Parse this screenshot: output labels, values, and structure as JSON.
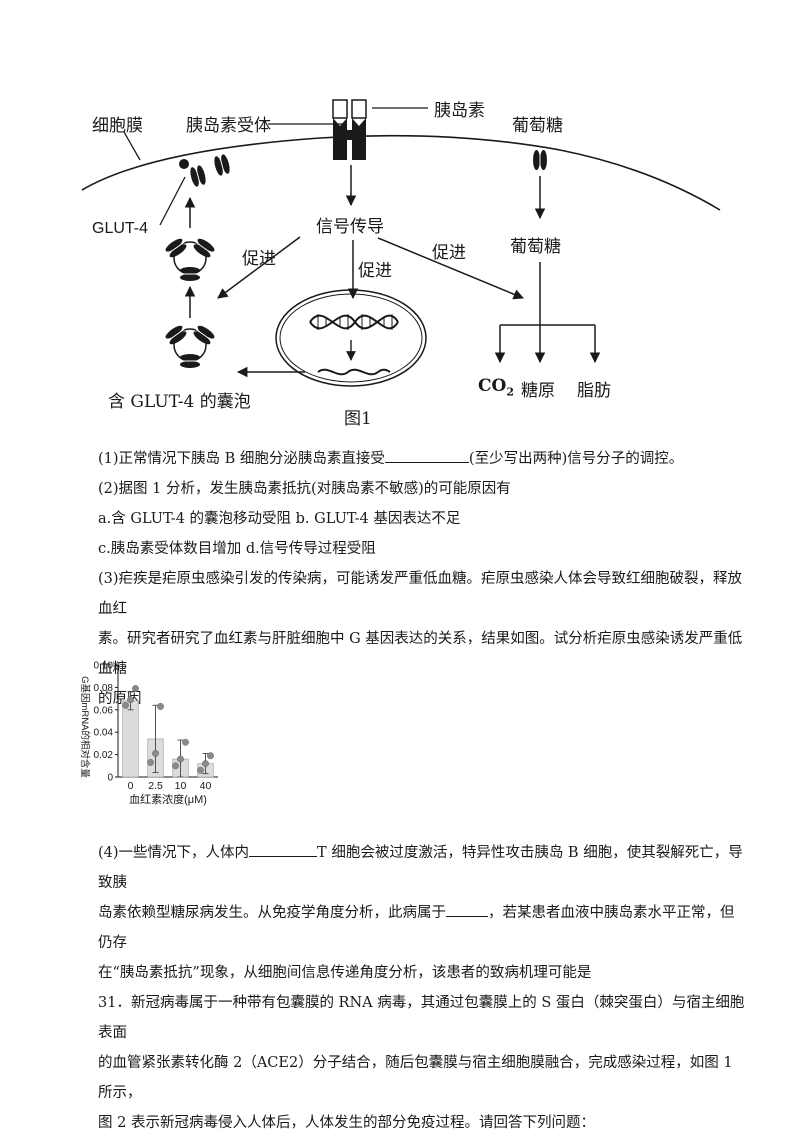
{
  "figure1": {
    "caption": "图1",
    "labels": {
      "cell_membrane": "细胞膜",
      "insulin_receptor": "胰岛素受体",
      "insulin": "胰岛素",
      "glucose_top": "葡萄糖",
      "glut4": "GLUT-4",
      "signal_transduction": "信号传导",
      "promote_left": "促进",
      "promote_mid": "促进",
      "promote_right": "促进",
      "glucose_inside": "葡萄糖",
      "co2": "CO",
      "co2_sub": "2",
      "glycogen": "糖原",
      "fat": "脂肪",
      "vesicle": "含 GLUT-4 的囊泡"
    }
  },
  "questions": {
    "q1_pre": "(1)正常情况下胰岛 B 细胞分泌胰岛素直接受",
    "q1_post": "(至少写出两种)信号分子的调控。",
    "q2": "(2)据图 1 分析，发生胰岛素抵抗(对胰岛素不敏感)的可能原因有",
    "q2_ab": "a.含 GLUT-4 的囊泡移动受阻 b. GLUT-4 基因表达不足",
    "q2_cd": "c.胰岛素受体数目增加 d.信号传导过程受阻",
    "q3_l1": "(3)疟疾是疟原虫感染引发的传染病，可能诱发严重低血糖。疟原虫感染人体会导致红细胞破裂，释放血红",
    "q3_l2": "素。研究者研究了血红素与肝脏细胞中 G 基因表达的关系，结果如图。试分析疟原虫感染诱发严重低血糖",
    "q3_l3": "的原因",
    "q4_l1_pre": "(4)一些情况下，人体内",
    "q4_l1_post": "T 细胞会被过度激活，特异性攻击胰岛 B 细胞，使其裂解死亡，导致胰",
    "q4_l2_pre": "岛素依赖型糖尿病发生。从免疫学角度分析，此病属于",
    "q4_l2_post": "，若某患者血液中胰岛素水平正常，但仍存",
    "q4_l3": "在“胰岛素抵抗”现象，从细胞间信息传递角度分析，该患者的致病机理可能是",
    "q31_l1": "31．新冠病毒属于一种带有包囊膜的 RNA 病毒，其通过包囊膜上的 S 蛋白（棘突蛋白）与宿主细胞表面",
    "q31_l2": "的血管紧张素转化酶 2（ACE2）分子结合，随后包囊膜与宿主细胞膜融合，完成感染过程，如图 1 所示，",
    "q31_l3": "图 2 表示新冠病毒侵入人体后，人体发生的部分免疫过程。请回答下列问题："
  },
  "chart_data": {
    "type": "bar",
    "categories": [
      "0",
      "2.5",
      "10",
      "40"
    ],
    "values": [
      0.068,
      0.034,
      0.016,
      0.012
    ],
    "error": [
      0.008,
      0.03,
      0.017,
      0.009
    ],
    "points": [
      [
        0.064,
        0.069,
        0.079
      ],
      [
        0.013,
        0.021,
        0.063
      ],
      [
        0.01,
        0.016,
        0.031
      ],
      [
        0.006,
        0.012,
        0.019
      ]
    ],
    "ylabel": "G基因mRNA的相对含量",
    "xlabel": "血红素浓度(μM)",
    "yticks": [
      "0",
      "0.02",
      "0.04",
      "0.06",
      "0.08",
      "0.10"
    ],
    "ylim": [
      0,
      0.1
    ],
    "bar_color": "#dcdcdc",
    "point_color": "#8a8a8a"
  }
}
